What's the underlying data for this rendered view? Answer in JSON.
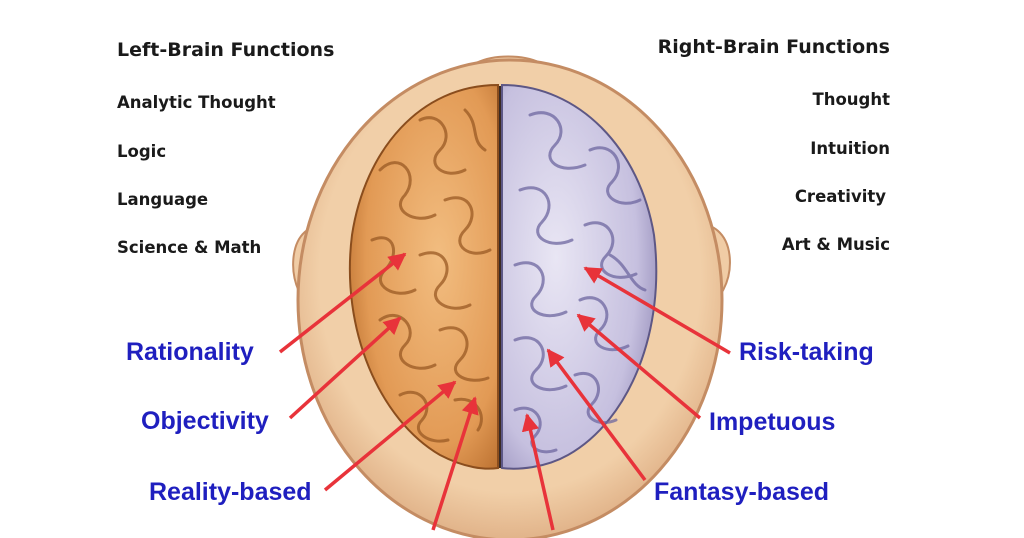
{
  "left": {
    "heading": "Left-Brain Functions",
    "functions": [
      "Analytic Thought",
      "Logic",
      "Language",
      "Science & Math"
    ],
    "traits": [
      "Rationality",
      "Objectivity",
      "Reality-based"
    ]
  },
  "right": {
    "heading": "Right-Brain Functions",
    "functions": [
      "Thought",
      "Intuition",
      "Creativity",
      "Art & Music"
    ],
    "traits": [
      "Risk-taking",
      "Impetuous",
      "Fantasy-based"
    ]
  },
  "colors": {
    "trait_text": "#1f1fbf",
    "arrow": "#e8333a",
    "left_hemisphere": "#e7a35f",
    "right_hemisphere": "#c9c3e2",
    "head_skin": "#f1cda5"
  }
}
